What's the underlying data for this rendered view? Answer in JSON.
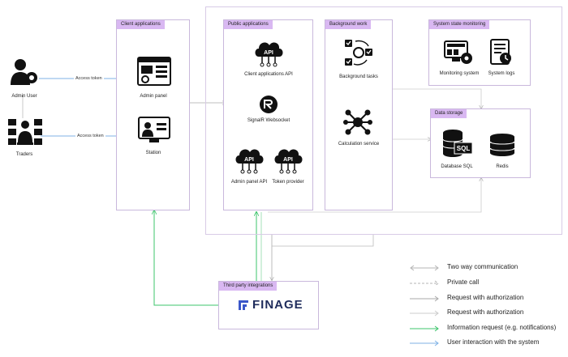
{
  "actors": {
    "admin_user": "Admin User",
    "traders": "Traders"
  },
  "edges": {
    "admin_token": "Access token",
    "traders_token": "Access token"
  },
  "groups": {
    "client_applications": {
      "title": "Client applications",
      "items": [
        "Admin panel",
        "Station"
      ]
    },
    "public_applications": {
      "title": "Public applications",
      "items": [
        "Client applications API",
        "SignalR Websocket",
        "Admin panel API",
        "Token provider"
      ]
    },
    "background_work": {
      "title": "Background work",
      "items": [
        "Background tasks",
        "Calculation service"
      ]
    },
    "system_state_monitoring": {
      "title": "System state monitoring",
      "items": [
        "Monitoring system",
        "System logs"
      ]
    },
    "data_storage": {
      "title": "Data storage",
      "items": [
        "Database SQL",
        "Redis"
      ]
    },
    "third_party": {
      "title": "Third party integrations",
      "logo_text": "FINAGE"
    }
  },
  "icon_text": {
    "api": "API",
    "sql": "SQL"
  },
  "legend": [
    {
      "label": "Two way communication",
      "color": "#b5b5b5",
      "style": "double"
    },
    {
      "label": "Private call",
      "color": "#b5b5b5",
      "style": "dashed"
    },
    {
      "label": "Request with authorization",
      "color": "#aaaaaa",
      "style": "solid"
    },
    {
      "label": "Request with authorization",
      "color": "#cccccc",
      "style": "solid"
    },
    {
      "label": "Information request (e.g. notifications)",
      "color": "#3cc46b",
      "style": "solid"
    },
    {
      "label": "User interaction with the system",
      "color": "#7fb2e6",
      "style": "solid"
    }
  ],
  "colors": {
    "tag_bg": "#d9b8f2",
    "green": "#3cc46b",
    "blue": "#7fb2e6",
    "finage_blue": "#3a57c9"
  }
}
